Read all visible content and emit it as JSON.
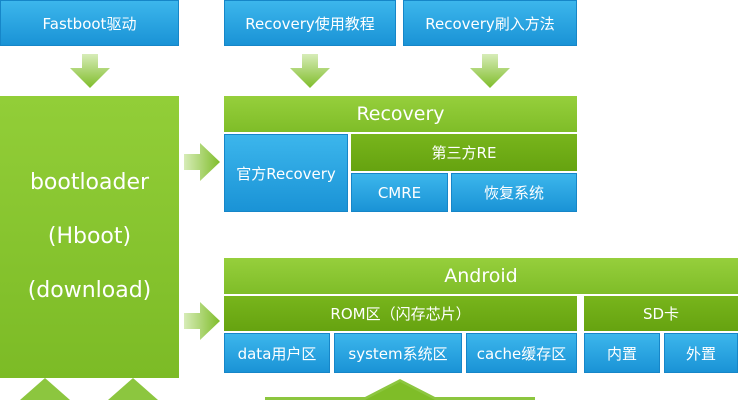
{
  "colors": {
    "blue": "#25a3e0",
    "green_light": "#8cc63f",
    "green_dark": "#6aa815",
    "arrow": "#8cc63f"
  },
  "top_labels": {
    "fastboot": "Fastboot驱动",
    "recovery_tutorial": "Recovery使用教程",
    "recovery_flash": "Recovery刷入方法"
  },
  "bootloader": {
    "line1": "bootloader",
    "line2": "(Hboot)",
    "line3": "(download)"
  },
  "recovery": {
    "title": "Recovery",
    "official": "官方Recovery",
    "third_party": "第三方RE",
    "cmre": "CMRE",
    "restore": "恢复系统"
  },
  "android": {
    "title": "Android",
    "rom": "ROM区（闪存芯片）",
    "sd": "SD卡",
    "data": "data用户区",
    "system": "system系统区",
    "cache": "cache缓存区",
    "internal": "内置",
    "external": "外置"
  },
  "arrow_icons": [
    "arrow-down-icon",
    "arrow-right-icon",
    "arrow-up-icon"
  ]
}
